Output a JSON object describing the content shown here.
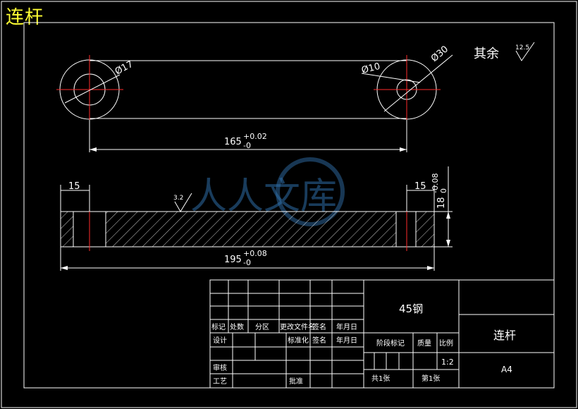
{
  "drawing": {
    "corner_title": "连杆",
    "surface_note": "其余",
    "surface_note_value": "12.5",
    "surface_side_value": "3.2",
    "dims": {
      "dia_large_left": "Ø17",
      "dia_small_right": "Ø10",
      "dia_large_right": "Ø30",
      "center_distance": "165",
      "center_tol_upper": "+0.02",
      "center_tol_lower": "-0",
      "boss_left": "15",
      "boss_right": "15",
      "overall_length": "195",
      "overall_tol_upper": "+0.08",
      "overall_tol_lower": "-0",
      "thickness": "18",
      "thickness_tol_upper": "-0.08",
      "thickness_tol_lower": "0"
    },
    "watermark": "人人文库"
  },
  "title_block": {
    "material": "45钢",
    "part_name": "连杆",
    "sheet_size": "A4",
    "scale": "1:2",
    "headers": [
      "标记",
      "处数",
      "分区",
      "更改文件名",
      "签名",
      "年月日"
    ],
    "design": "设计",
    "standardize": "标准化",
    "sign": "签名",
    "date": "年月日",
    "review": "审核",
    "process": "工艺",
    "approve": "批准",
    "stage_mark": "阶段标记",
    "weight": "质量",
    "ratio": "比例",
    "total_sheets": "共1张",
    "sheet_no": "第1张"
  }
}
